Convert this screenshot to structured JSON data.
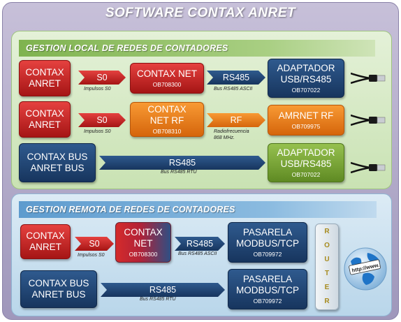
{
  "title": "SOFTWARE CONTAX ANRET",
  "local": {
    "heading": "GESTION LOCAL DE REDES DE CONTADORES",
    "row1": {
      "meter": [
        "CONTAX",
        "ANRET"
      ],
      "link1": {
        "label": "S0",
        "caption": "Impulsos S0"
      },
      "device": {
        "label": "CONTAX NET",
        "code": "OB708300"
      },
      "link2": {
        "label": "RS485",
        "caption": "Bus RS485 ASCII"
      },
      "adapter": {
        "label": [
          "ADAPTADOR",
          "USB/RS485"
        ],
        "code": "OB707022"
      }
    },
    "row2": {
      "meter": [
        "CONTAX",
        "ANRET"
      ],
      "link1": {
        "label": "S0",
        "caption": "Impulsos S0"
      },
      "device": {
        "label": [
          "CONTAX",
          "NET RF"
        ],
        "code": "OB708310"
      },
      "link2": {
        "label": "RF",
        "caption": [
          "Radiofrecuencia",
          "868 MHz."
        ]
      },
      "adapter": {
        "label": "AMRNET RF",
        "code": "OB709975"
      }
    },
    "row3": {
      "meter": [
        "CONTAX BUS",
        "ANRET BUS"
      ],
      "link": {
        "label": "RS485",
        "caption": "Bus RS485 RTU"
      },
      "adapter": {
        "label": [
          "ADAPTADOR",
          "USB/RS485"
        ],
        "code": "OB707022"
      }
    }
  },
  "remote": {
    "heading": "GESTION REMOTA DE REDES DE CONTADORES",
    "row1": {
      "meter": [
        "CONTAX",
        "ANRET"
      ],
      "link1": {
        "label": "S0",
        "caption": "Impulsos S0"
      },
      "device": {
        "label": [
          "CONTAX",
          "NET"
        ],
        "code": "OB708300"
      },
      "link2": {
        "label": "RS485",
        "caption": "Bus RS485 ASCII"
      },
      "gateway": {
        "label": [
          "PASARELA",
          "MODBUS/TCP"
        ],
        "code": "OB709972"
      }
    },
    "row2": {
      "meter": [
        "CONTAX BUS",
        "ANRET BUS"
      ],
      "link": {
        "label": "RS485",
        "caption": "Bus RS485 RTU"
      },
      "gateway": {
        "label": [
          "PASARELA",
          "MODBUS/TCP"
        ],
        "code": "OB709972"
      }
    },
    "router_letters": [
      "R",
      "O",
      "U",
      "T",
      "E",
      "R"
    ],
    "globe_text": "http://www."
  },
  "icons": {
    "usb": "usb-cable-icon",
    "globe": "globe-icon"
  },
  "colors": {
    "meter_red": "#c0201f",
    "navy": "#1f3f6b",
    "green": "#7aa83a",
    "orange": "#ef7e1d",
    "local_bg": "#d4e8c1",
    "remote_bg": "#c7deef"
  }
}
